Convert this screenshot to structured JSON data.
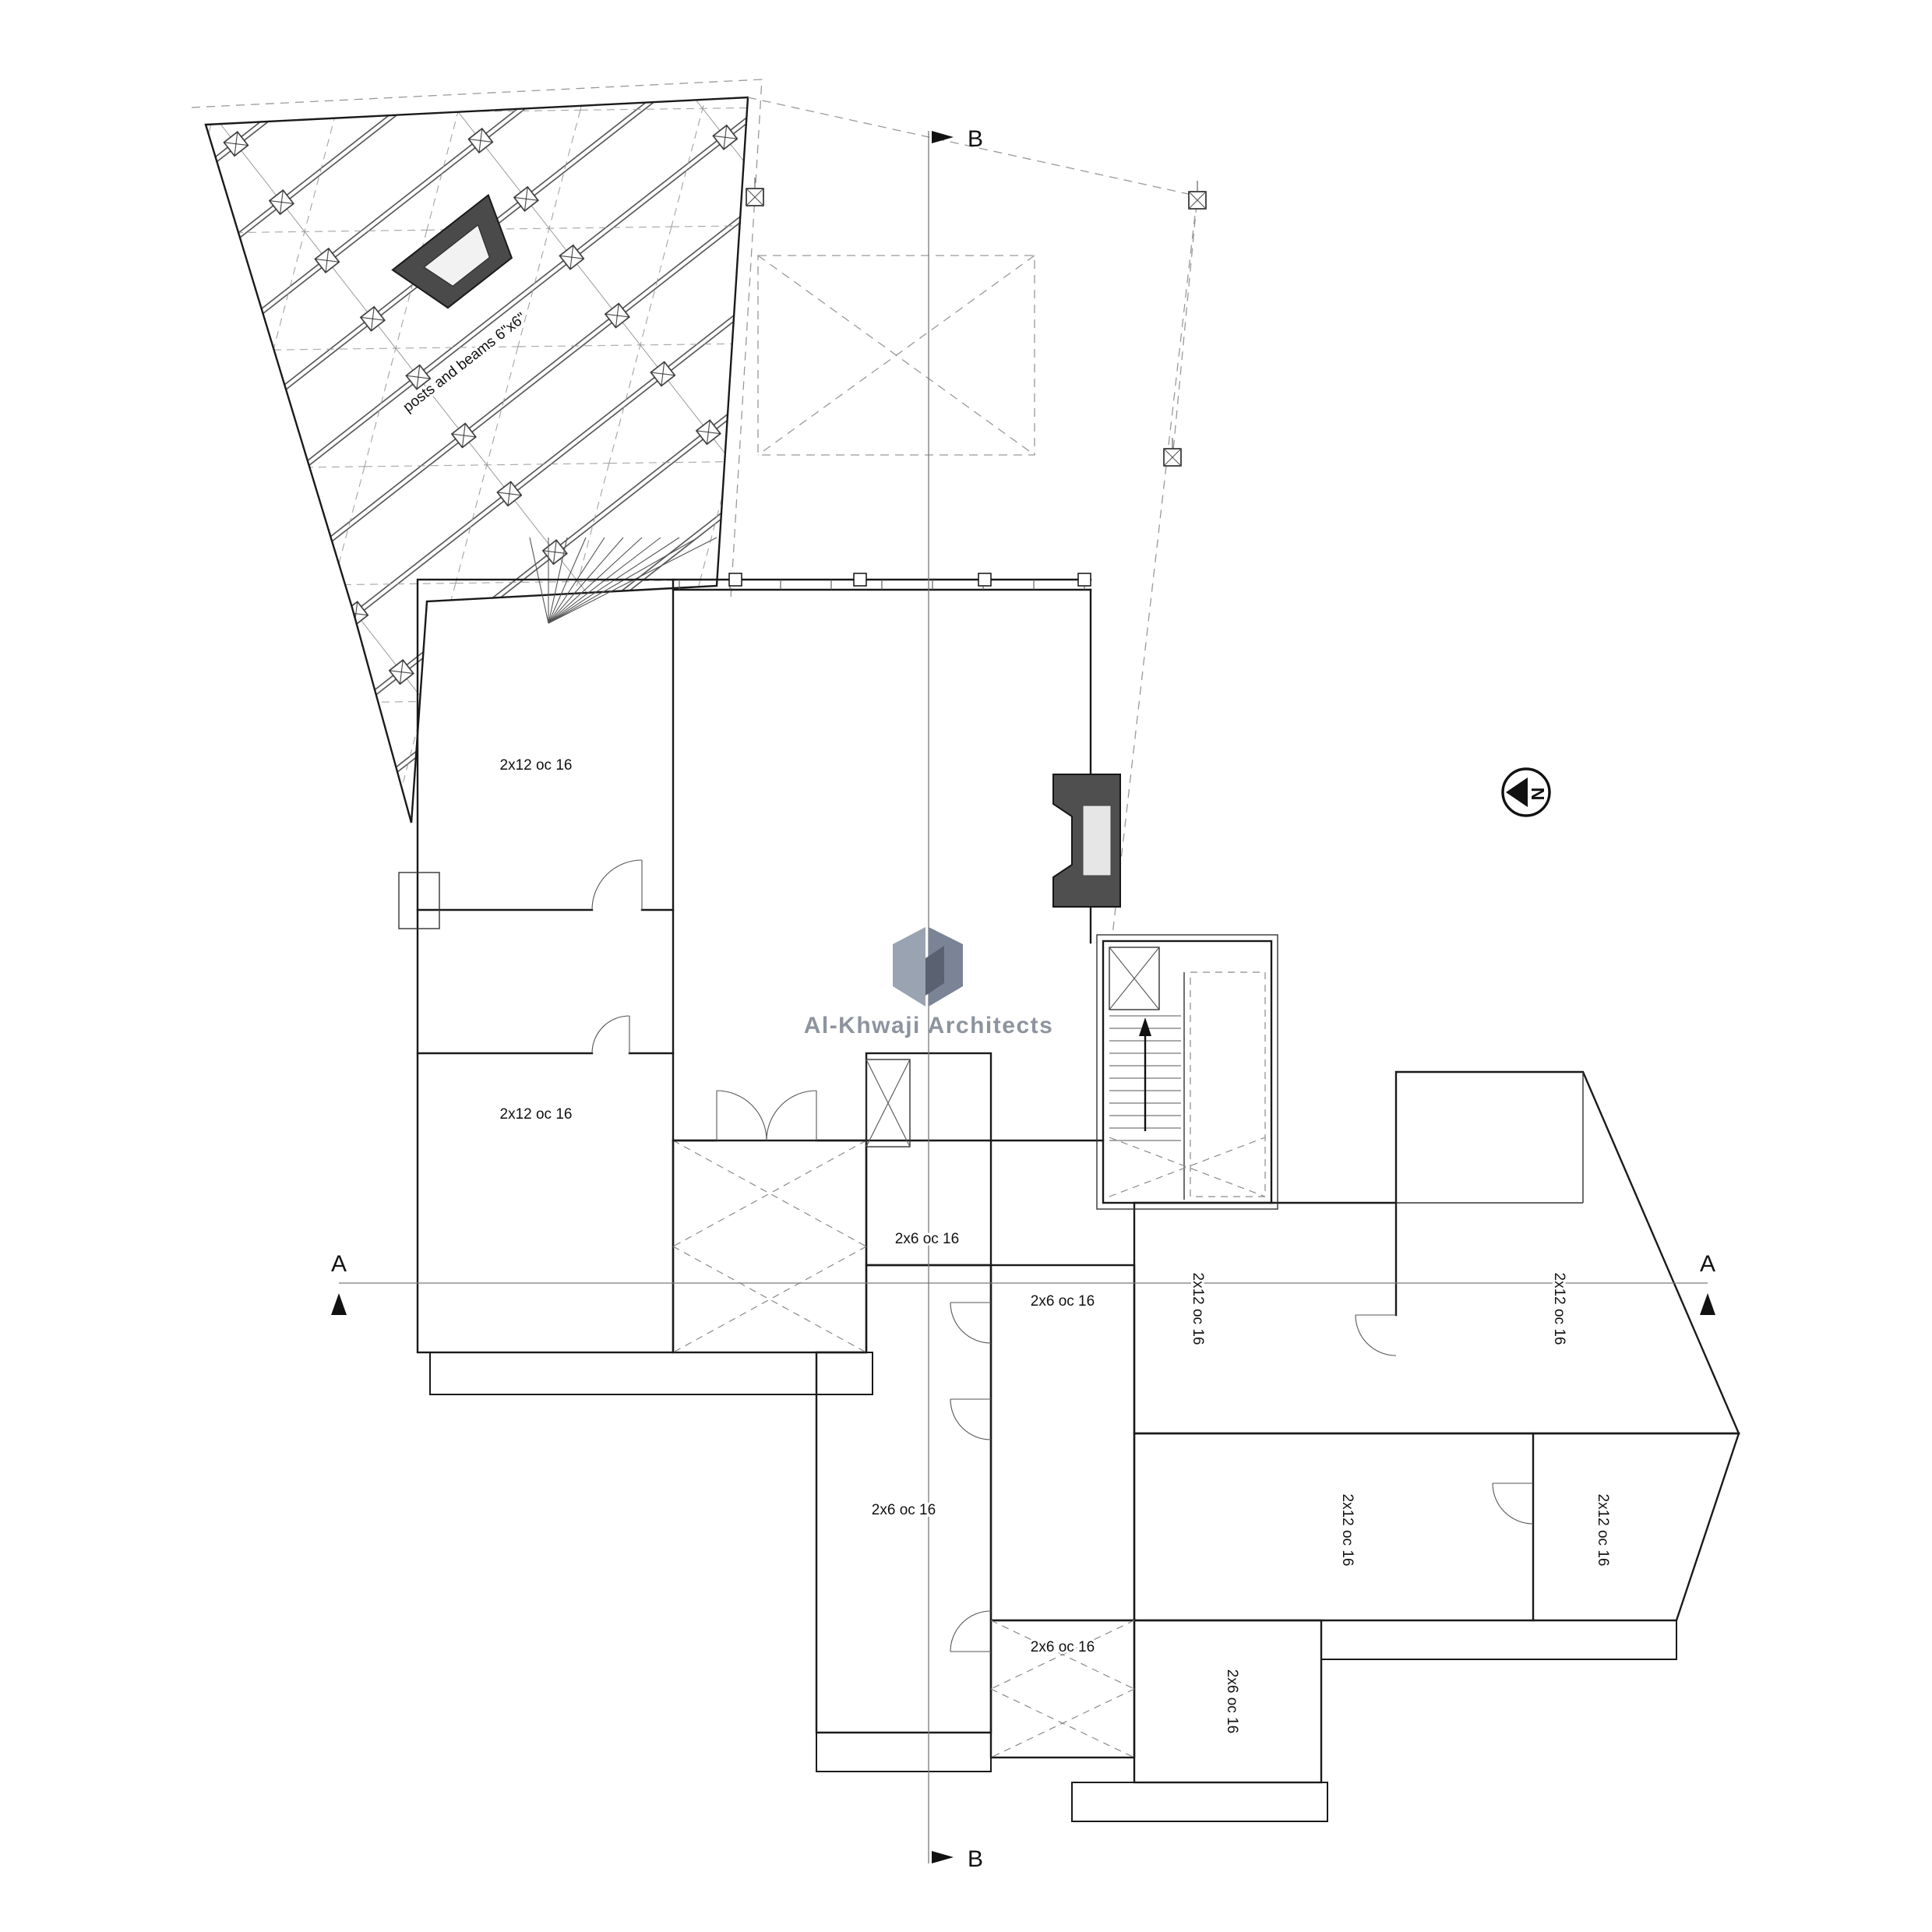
{
  "drawing": {
    "firm_name": "Al-Khwaji Architects",
    "compass_label": "N",
    "section_marker_a": "A",
    "section_marker_b": "B"
  },
  "logo": {
    "colors": {
      "light": "#9aa3b2",
      "mid": "#7b8496",
      "dark": "#5a6170"
    }
  },
  "framing_labels": [
    {
      "id": "l1",
      "text": "2x12 oc 16"
    },
    {
      "id": "l2",
      "text": "2x12 oc 16"
    },
    {
      "id": "c1",
      "text": "2x6 oc 16"
    },
    {
      "id": "c2",
      "text": "2x6 oc 16"
    },
    {
      "id": "c3",
      "text": "2x6 oc 16"
    },
    {
      "id": "c4",
      "text": "2x6 oc 16"
    },
    {
      "id": "r1",
      "text": "2x12 oc 16"
    },
    {
      "id": "r2",
      "text": "2x12 oc 16"
    },
    {
      "id": "r3",
      "text": "2x12 oc 16"
    },
    {
      "id": "r4",
      "text": "2x12 oc 16"
    },
    {
      "id": "r5",
      "text": "2x6 oc 16"
    },
    {
      "id": "pb",
      "text": "posts and beams 6\"x6\""
    }
  ]
}
